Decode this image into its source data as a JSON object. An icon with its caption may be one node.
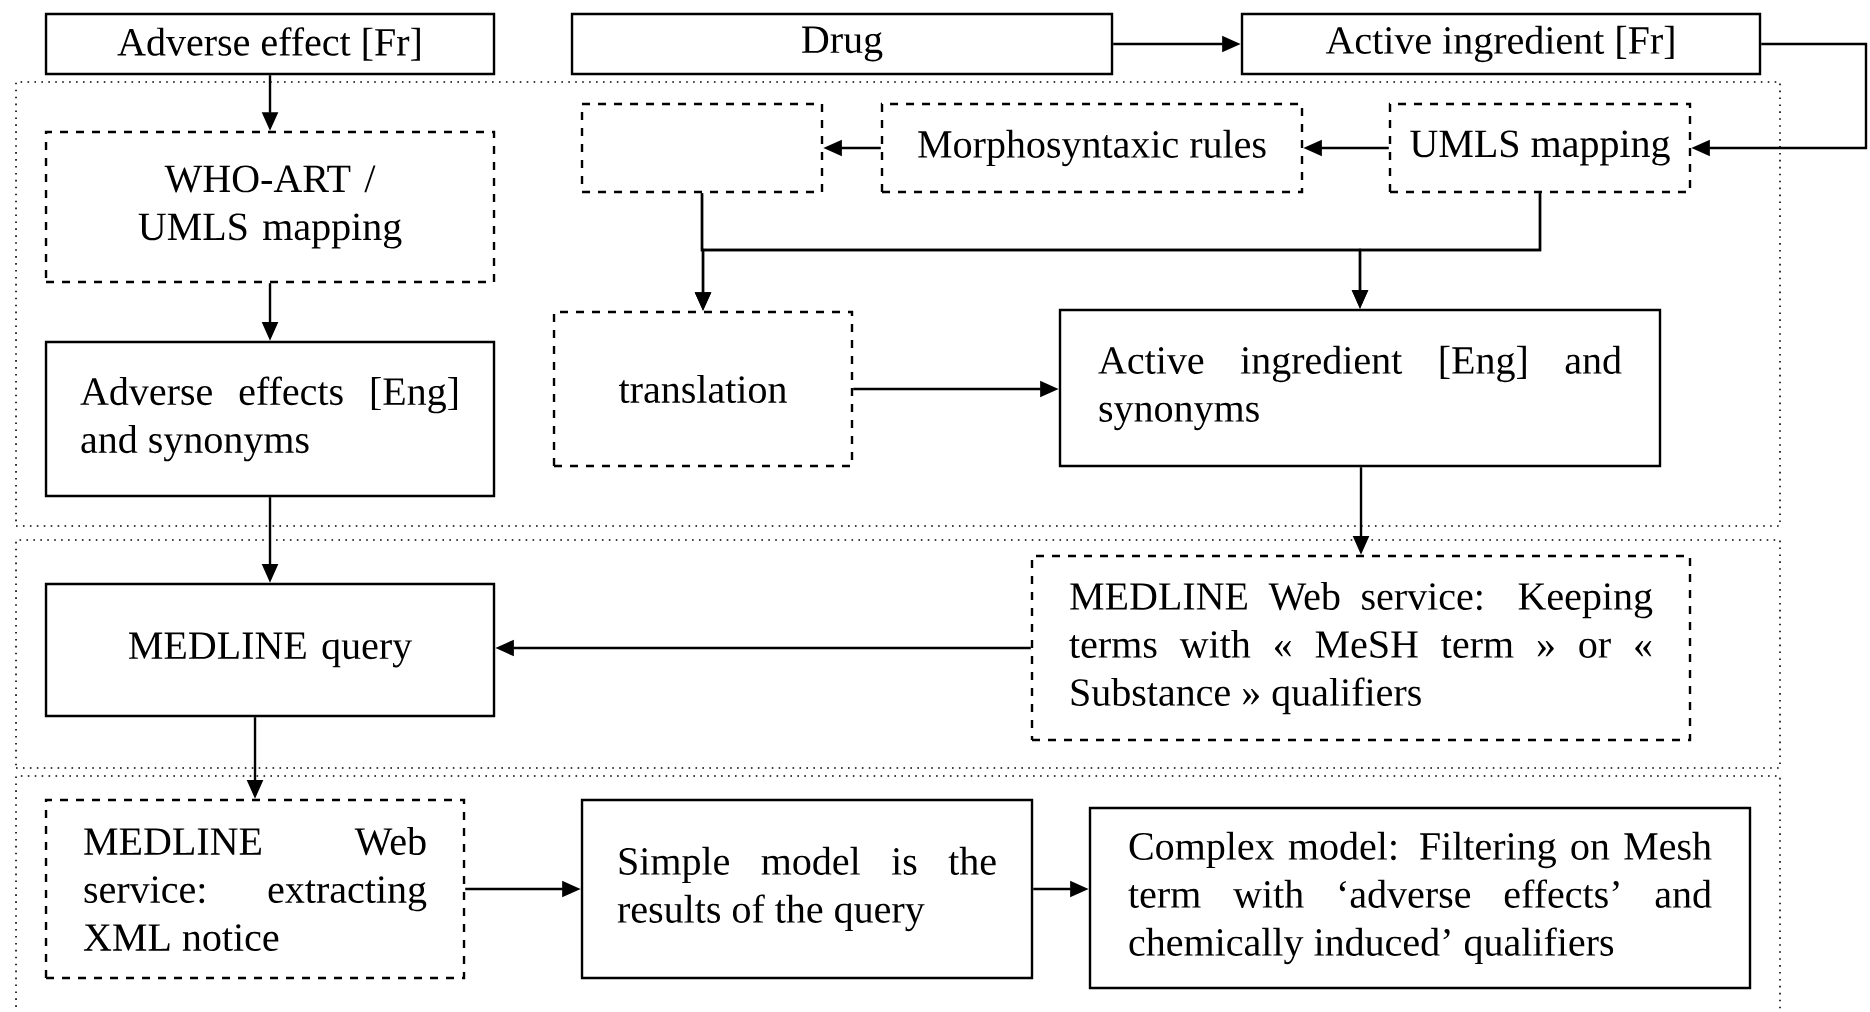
{
  "diagram": {
    "nodes": [
      {
        "text": [
          "Adverse effect [Fr]"
        ]
      },
      {
        "text": [
          "Drug"
        ]
      },
      {
        "text": [
          "Active ingredient [Fr]"
        ]
      },
      {
        "text": [],
        "shape": "box"
      },
      {
        "text": [
          "WHO-ART / UMLS mapping"
        ],
        "in": 3
      },
      {
        "text": [],
        "shape": "box",
        "in": 3
      },
      {
        "text": [
          "Morphosyntaxic rules"
        ],
        "in": 3
      },
      {
        "text": [
          "UMLS mapping"
        ],
        "in": 3
      },
      {
        "text": [
          "Adverse effects [Eng] and synonyms"
        ],
        "in": 3
      },
      {
        "text": [
          "translation"
        ],
        "in": 3
      },
      {
        "text": [
          "Active ingredient [Eng] and synonyms"
        ],
        "in": 3
      },
      {
        "text": [],
        "shape": "box"
      },
      {
        "text": [
          "MEDLINE query"
        ],
        "in": 11
      },
      {
        "text": [
          "MEDLINE Web service: Keeping terms with « MeSH term » or « Substance » qualifiers"
        ],
        "in": 11
      },
      {
        "text": [],
        "shape": "box"
      },
      {
        "text": [
          "MEDLINE Web service: extracting XML notice"
        ],
        "in": 14
      },
      {
        "text": [
          "Simple model is the results of the query"
        ],
        "in": 14
      },
      {
        "text": [
          "Complex model: Filtering on Mesh term with ‘adverse effects’ and chemically induced’ qualifiers"
        ],
        "in": 14
      }
    ],
    "edges": [
      {
        "from": 0,
        "to": 4,
        "arrow": "to"
      },
      {
        "from": 1,
        "to": 2,
        "arrow": "to"
      },
      {
        "from": 2,
        "to": 7,
        "arrow": "to"
      },
      {
        "from": 7,
        "to": 6,
        "arrow": "to"
      },
      {
        "from": 6,
        "to": 5,
        "arrow": "to"
      },
      {
        "from": 5,
        "to": 9,
        "arrow": "to"
      },
      {
        "from": 5,
        "to": 10,
        "arrow": "to"
      },
      {
        "from": 7,
        "to": 9,
        "arrow": "to"
      },
      {
        "from": 7,
        "to": 10,
        "arrow": "to"
      },
      {
        "from": 4,
        "to": 8,
        "arrow": "to"
      },
      {
        "from": 9,
        "to": 10,
        "arrow": "to"
      },
      {
        "from": 10,
        "to": 13,
        "arrow": "to"
      },
      {
        "from": 8,
        "to": 12,
        "arrow": "to"
      },
      {
        "from": 13,
        "to": 12,
        "arrow": "to"
      },
      {
        "from": 12,
        "to": 15,
        "arrow": "to"
      },
      {
        "from": 15,
        "to": 16,
        "arrow": "to"
      },
      {
        "from": 16,
        "to": 17,
        "arrow": "to"
      }
    ]
  }
}
